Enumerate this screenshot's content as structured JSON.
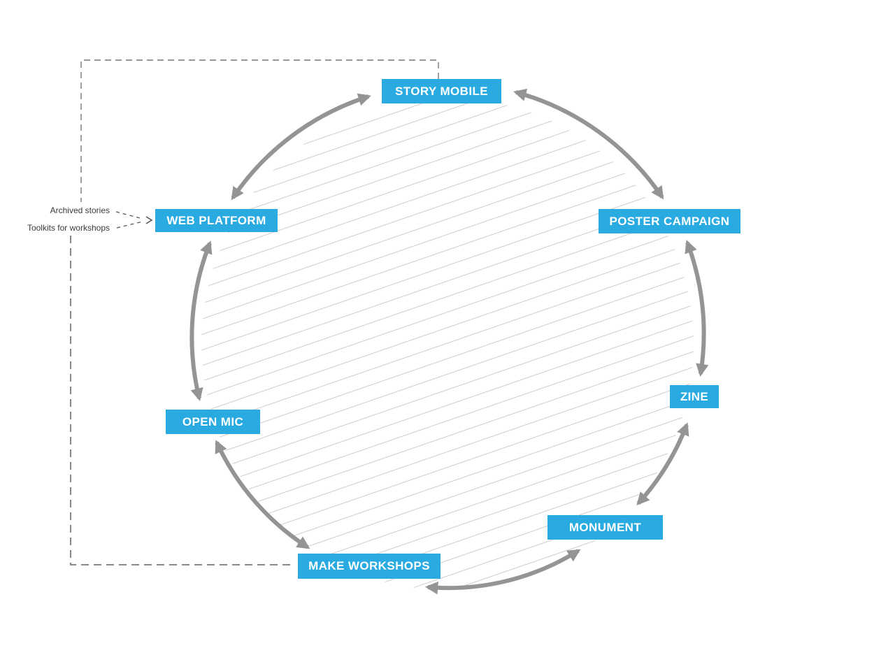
{
  "nodes": {
    "story_mobile": {
      "label": "STORY MOBILE"
    },
    "poster_campaign": {
      "label": "POSTER CAMPAIGN"
    },
    "zine": {
      "label": "ZINE"
    },
    "monument": {
      "label": "MONUMENT"
    },
    "make_workshops": {
      "label": "MAKE WORKSHOPS"
    },
    "open_mic": {
      "label": "OPEN MIC"
    },
    "web_platform": {
      "label": "WEB PLATFORM"
    }
  },
  "annotations": {
    "archived_stories": {
      "label": "Archived stories"
    },
    "toolkits_workshops": {
      "label": "Toolkits for workshops"
    }
  },
  "cycle_edges": [
    {
      "from": "WEB PLATFORM",
      "to": "STORY MOBILE",
      "bidirectional": true
    },
    {
      "from": "STORY MOBILE",
      "to": "POSTER CAMPAIGN",
      "bidirectional": true
    },
    {
      "from": "POSTER CAMPAIGN",
      "to": "ZINE",
      "bidirectional": true
    },
    {
      "from": "ZINE",
      "to": "MONUMENT",
      "bidirectional": true
    },
    {
      "from": "MONUMENT",
      "to": "MAKE WORKSHOPS",
      "bidirectional": true
    },
    {
      "from": "MAKE WORKSHOPS",
      "to": "OPEN MIC",
      "bidirectional": true
    },
    {
      "from": "OPEN MIC",
      "to": "WEB PLATFORM",
      "bidirectional": true
    }
  ],
  "dashed_links": [
    {
      "from": "STORY MOBILE",
      "to": "WEB PLATFORM",
      "label": "Archived stories"
    },
    {
      "from": "MAKE WORKSHOPS",
      "to": "WEB PLATFORM",
      "label": "Toolkits for workshops"
    }
  ],
  "colors": {
    "node_bg": "#29ABE2",
    "node_text": "#FFFFFF",
    "arrow": "#949494",
    "hatch_line": "#CDCDCD",
    "dashed_line": "#777777",
    "annotation_text": "#3A3A3A",
    "background": "#FFFFFF"
  }
}
